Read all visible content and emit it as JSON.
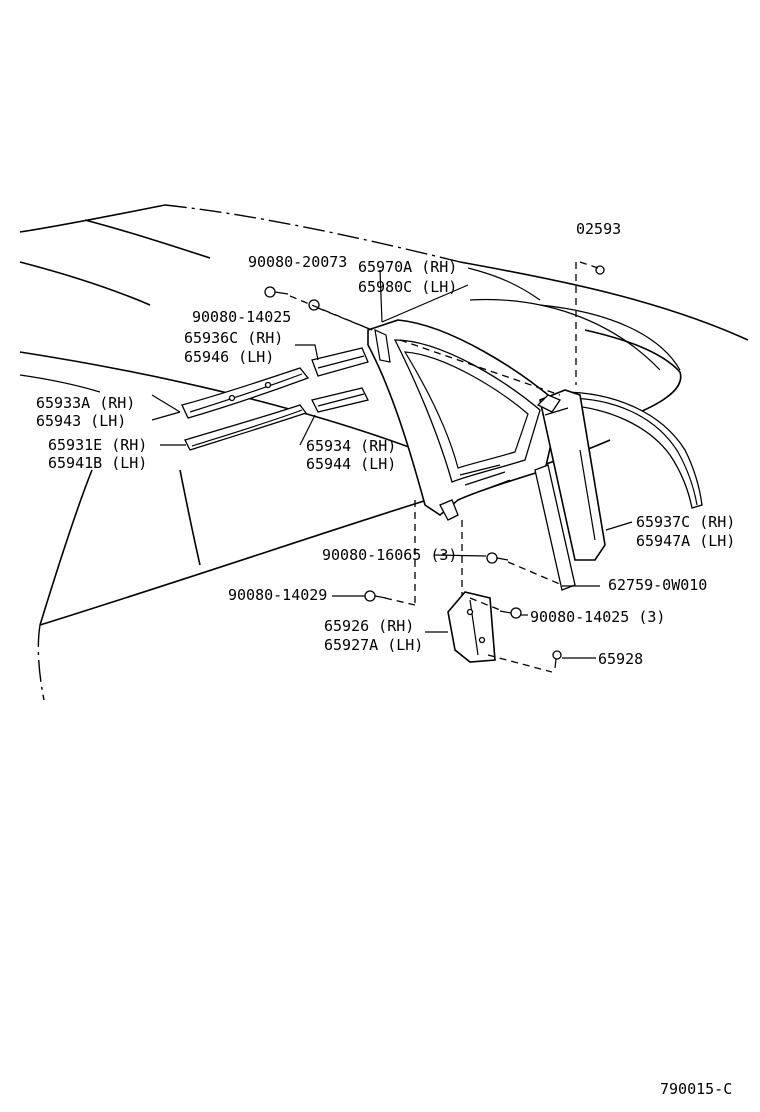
{
  "diagram_code": "790015-C",
  "labels": {
    "p02593": "02593",
    "p90080_20073": "90080-20073",
    "p65970A": "65970A (RH)",
    "p65980C": "65980C (LH)",
    "p90080_14025a": "90080-14025",
    "p65936C": "65936C (RH)",
    "p65946": "65946  (LH)",
    "p65933A": "65933A (RH)",
    "p65943": "65943  (LH)",
    "p65931E": "65931E (RH)",
    "p65941B": "65941B (LH)",
    "p65934": "65934 (RH)",
    "p65944": "65944 (LH)",
    "p65937C": "65937C (RH)",
    "p65947A": "65947A (LH)",
    "p90080_16065": "90080-16065 (3)",
    "p62759": "62759-0W010",
    "p90080_14029": "90080-14029",
    "p90080_14025b": "90080-14025 (3)",
    "p65926": "65926 (RH)",
    "p65927A": "65927A (LH)",
    "p65928": "65928"
  }
}
